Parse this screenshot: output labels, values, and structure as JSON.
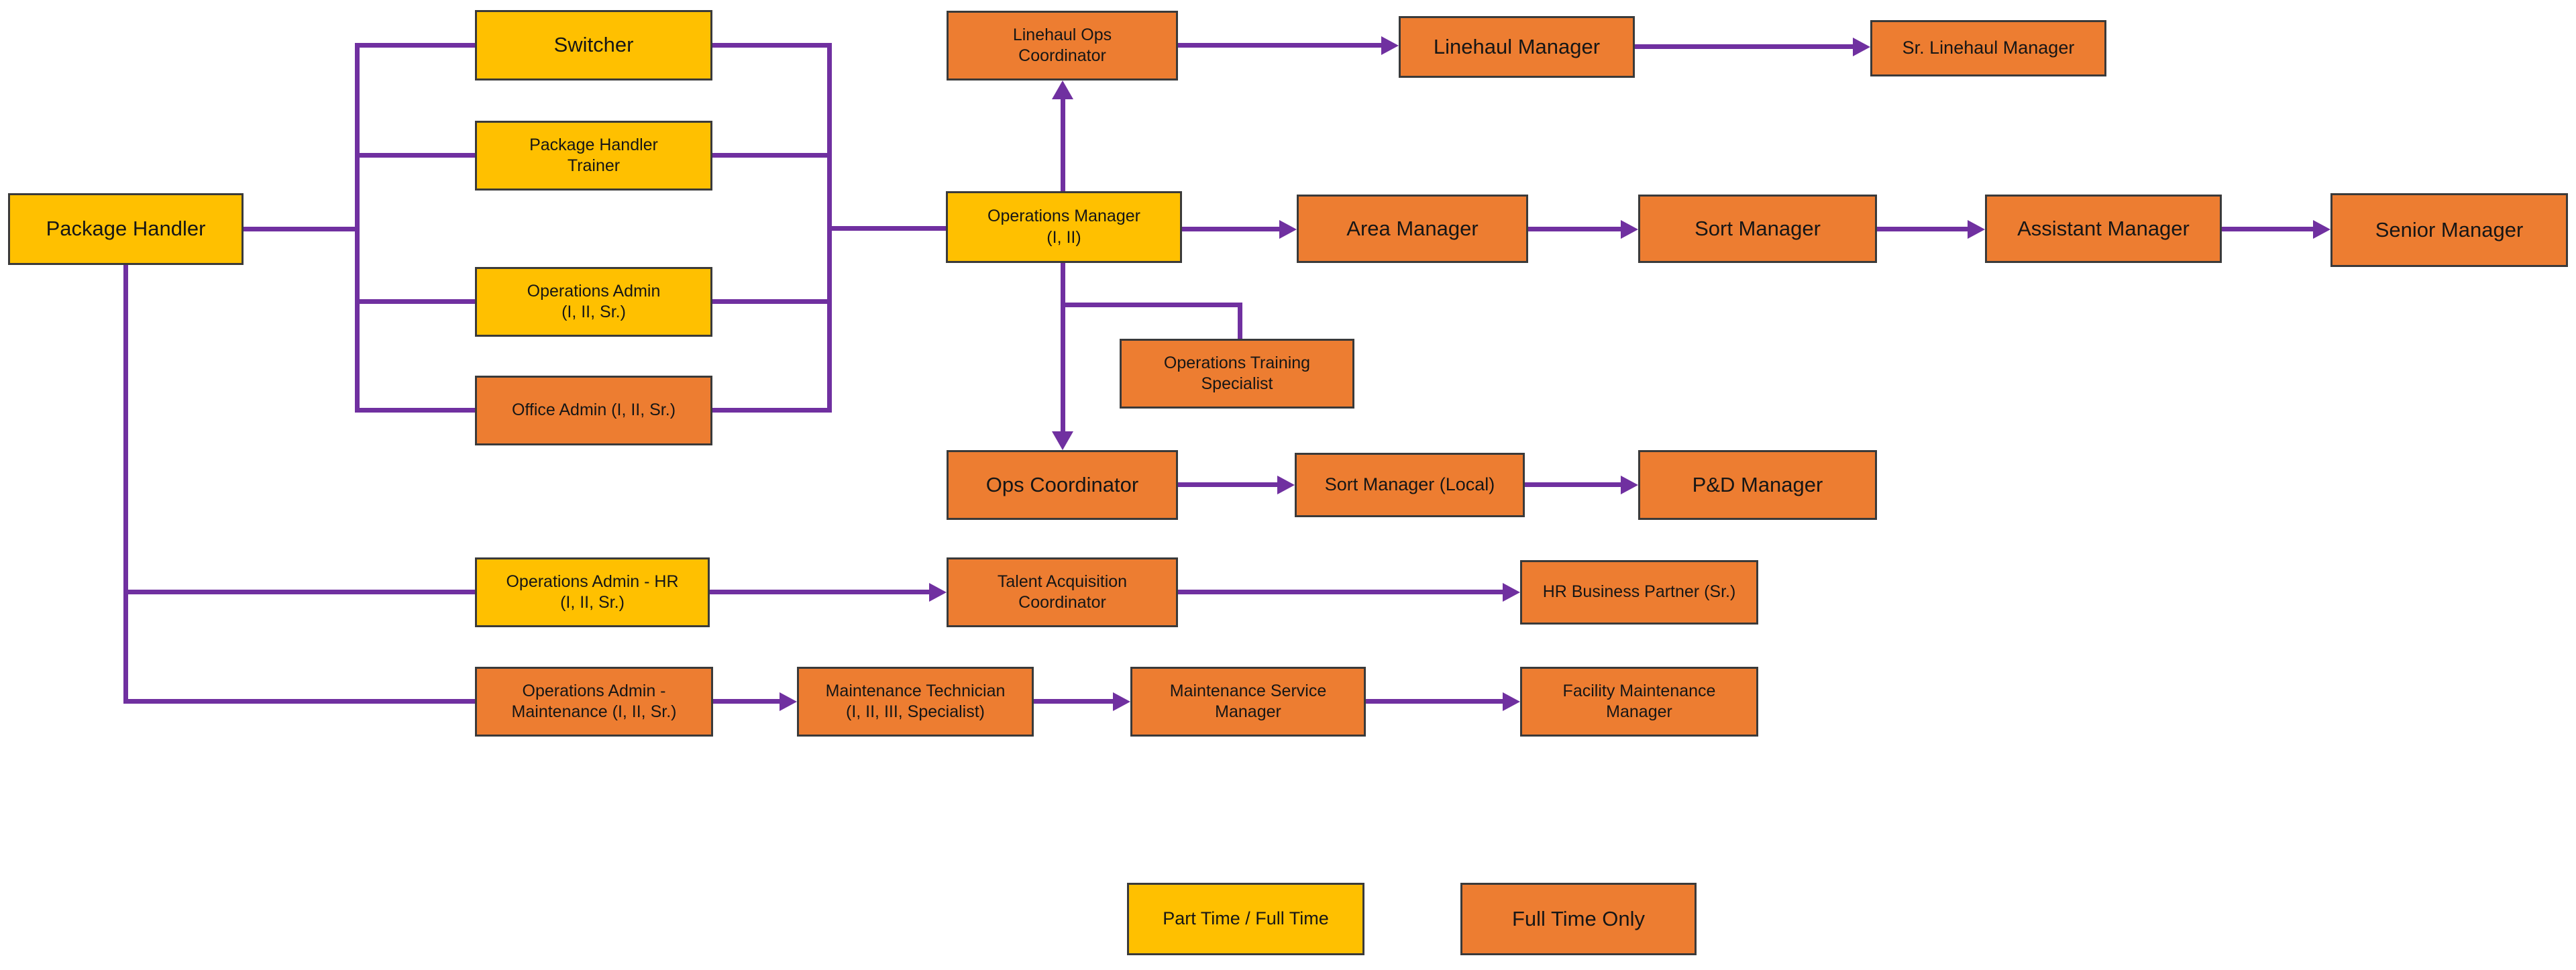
{
  "diagram_type": "career-path-org-flowchart",
  "colors": {
    "part_time_full_time_fill": "#FFC000",
    "full_time_only_fill": "#ED7D31",
    "connector": "#7030A0",
    "box_border": "#3A3A3A",
    "background": "#FFFFFF",
    "text": "#161616"
  },
  "nodes": {
    "package_handler": {
      "label": "Package Handler",
      "type": "part_time_full_time"
    },
    "switcher": {
      "label": "Switcher",
      "type": "part_time_full_time"
    },
    "package_handler_trainer": {
      "label": "Package Handler\nTrainer",
      "type": "part_time_full_time"
    },
    "operations_admin": {
      "label": "Operations Admin\n(I, II, Sr.)",
      "type": "part_time_full_time"
    },
    "office_admin": {
      "label": "Office Admin (I, II, Sr.)",
      "type": "full_time_only"
    },
    "linehaul_ops_coordinator": {
      "label": "Linehaul Ops\nCoordinator",
      "type": "full_time_only"
    },
    "linehaul_manager": {
      "label": "Linehaul Manager",
      "type": "full_time_only"
    },
    "sr_linehaul_manager": {
      "label": "Sr. Linehaul Manager",
      "type": "full_time_only"
    },
    "operations_manager": {
      "label": "Operations Manager\n(I, II)",
      "type": "part_time_full_time"
    },
    "area_manager": {
      "label": "Area Manager",
      "type": "full_time_only"
    },
    "sort_manager": {
      "label": "Sort Manager",
      "type": "full_time_only"
    },
    "assistant_manager": {
      "label": "Assistant Manager",
      "type": "full_time_only"
    },
    "senior_manager": {
      "label": "Senior Manager",
      "type": "full_time_only"
    },
    "operations_training_specialist": {
      "label": "Operations Training\nSpecialist",
      "type": "full_time_only"
    },
    "ops_coordinator": {
      "label": "Ops Coordinator",
      "type": "full_time_only"
    },
    "sort_manager_local": {
      "label": "Sort Manager (Local)",
      "type": "full_time_only"
    },
    "pd_manager": {
      "label": "P&D Manager",
      "type": "full_time_only"
    },
    "operations_admin_hr": {
      "label": "Operations Admin - HR\n(I, II, Sr.)",
      "type": "part_time_full_time"
    },
    "talent_acquisition_coordinator": {
      "label": "Talent Acquisition\nCoordinator",
      "type": "full_time_only"
    },
    "hr_business_partner": {
      "label": "HR Business Partner (Sr.)",
      "type": "full_time_only"
    },
    "operations_admin_maintenance": {
      "label": "Operations Admin -\nMaintenance (I, II, Sr.)",
      "type": "full_time_only"
    },
    "maintenance_technician": {
      "label": "Maintenance Technician\n(I, II, III, Specialist)",
      "type": "full_time_only"
    },
    "maintenance_service_manager": {
      "label": "Maintenance Service\nManager",
      "type": "full_time_only"
    },
    "facility_maintenance_manager": {
      "label": "Facility Maintenance\nManager",
      "type": "full_time_only"
    }
  },
  "legend": {
    "part_time_full_time": {
      "label": "Part Time / Full Time",
      "color": "#FFC000"
    },
    "full_time_only": {
      "label": "Full Time Only",
      "color": "#ED7D31"
    }
  },
  "edges": [
    {
      "from": "package_handler",
      "to": "switcher",
      "arrow": false
    },
    {
      "from": "package_handler",
      "to": "package_handler_trainer",
      "arrow": false
    },
    {
      "from": "package_handler",
      "to": "operations_admin",
      "arrow": false
    },
    {
      "from": "package_handler",
      "to": "office_admin",
      "arrow": false
    },
    {
      "from": "switcher",
      "to": "operations_manager",
      "arrow": false
    },
    {
      "from": "package_handler_trainer",
      "to": "operations_manager",
      "arrow": false
    },
    {
      "from": "operations_admin",
      "to": "operations_manager",
      "arrow": false
    },
    {
      "from": "office_admin",
      "to": "operations_manager",
      "arrow": false
    },
    {
      "from": "operations_manager",
      "to": "linehaul_ops_coordinator",
      "arrow": true
    },
    {
      "from": "linehaul_ops_coordinator",
      "to": "linehaul_manager",
      "arrow": true
    },
    {
      "from": "linehaul_manager",
      "to": "sr_linehaul_manager",
      "arrow": true
    },
    {
      "from": "operations_manager",
      "to": "area_manager",
      "arrow": true
    },
    {
      "from": "area_manager",
      "to": "sort_manager",
      "arrow": true
    },
    {
      "from": "sort_manager",
      "to": "assistant_manager",
      "arrow": true
    },
    {
      "from": "assistant_manager",
      "to": "senior_manager",
      "arrow": true
    },
    {
      "from": "operations_manager",
      "to": "operations_training_specialist",
      "arrow": false
    },
    {
      "from": "operations_manager",
      "to": "ops_coordinator",
      "arrow": true
    },
    {
      "from": "ops_coordinator",
      "to": "sort_manager_local",
      "arrow": true
    },
    {
      "from": "sort_manager_local",
      "to": "pd_manager",
      "arrow": true
    },
    {
      "from": "package_handler",
      "to": "operations_admin_hr",
      "arrow": false
    },
    {
      "from": "operations_admin_hr",
      "to": "talent_acquisition_coordinator",
      "arrow": true
    },
    {
      "from": "talent_acquisition_coordinator",
      "to": "hr_business_partner",
      "arrow": true
    },
    {
      "from": "package_handler",
      "to": "operations_admin_maintenance",
      "arrow": false
    },
    {
      "from": "operations_admin_maintenance",
      "to": "maintenance_technician",
      "arrow": true
    },
    {
      "from": "maintenance_technician",
      "to": "maintenance_service_manager",
      "arrow": true
    },
    {
      "from": "maintenance_service_manager",
      "to": "facility_maintenance_manager",
      "arrow": true
    }
  ]
}
